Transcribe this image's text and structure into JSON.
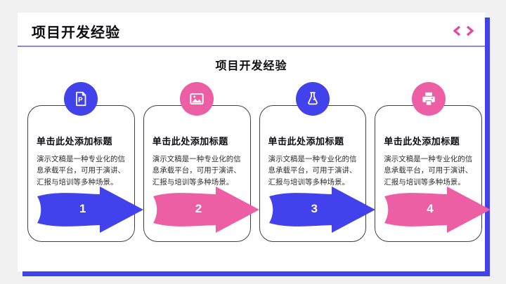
{
  "slide": {
    "header_title": "项目开发经验",
    "inner_title": "项目开发经验",
    "colors": {
      "blue": "#4242ec",
      "pink": "#ed5fa4",
      "underline": "#8a8ade",
      "frame": "#4242ec",
      "chevron": "#e8489b",
      "background": "#f1f1f2"
    },
    "nav": {
      "prev_icon": "chevron-left-icon",
      "next_icon": "chevron-right-icon"
    }
  },
  "cards": [
    {
      "icon": "document-p-icon",
      "color": "blue",
      "title": "单击此处添加标题",
      "body": "演示文稿是一种专业化的信息承载平台，可用于演讲、汇报与培训等多种场景。",
      "step": "1"
    },
    {
      "icon": "image-icon",
      "color": "pink",
      "title": "单击此处添加标题",
      "body": "演示文稿是一种专业化的信息承载平台，可用于演讲、汇报与培训等多种场景。",
      "step": "2"
    },
    {
      "icon": "flask-icon",
      "color": "blue",
      "title": "单击此处添加标题",
      "body": "演示文稿是一种专业化的信息承载平台，可用于演讲、汇报与培训等多种场景。",
      "step": "3"
    },
    {
      "icon": "printer-icon",
      "color": "pink",
      "title": "单击此处添加标题",
      "body": "演示文稿是一种专业化的信息承载平台，可用于演讲、汇报与培训等多种场景。",
      "step": "4"
    }
  ]
}
